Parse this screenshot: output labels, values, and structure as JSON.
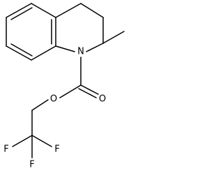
{
  "molecule": {
    "atoms": {
      "nitrogen": "N",
      "carbonyl_oxygen": "O",
      "ester_oxygen": "O",
      "fluorine_1": "F",
      "fluorine_2": "F",
      "fluorine_3": "F"
    }
  }
}
